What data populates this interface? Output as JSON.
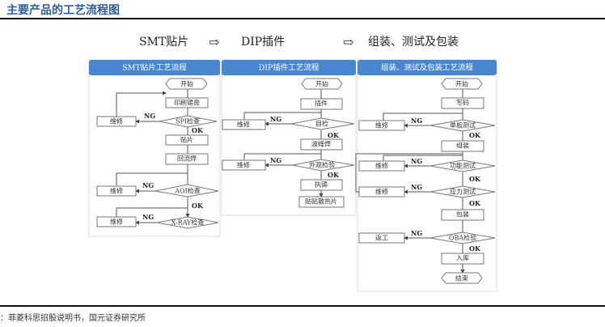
{
  "title": "主要产品的工艺流程图",
  "source": "：菲菱科思招股说明书，国元证券研究所",
  "overview": {
    "step1": "SMT贴片",
    "step2": "DIP插件",
    "step3": "组装、测试及包装"
  },
  "smt": {
    "header": "SMT贴片工艺流程",
    "start": "开始",
    "print": "印刷锡膏",
    "spi": "SPI检查",
    "repair1": "维修",
    "place": "贴片",
    "reflow": "回流焊",
    "aoi": "AOI检查",
    "repair2": "维修",
    "xray": "X-RAY检查",
    "repair3": "维修"
  },
  "dip": {
    "header": "DIP插件工艺流程",
    "start": "开始",
    "insert": "插件",
    "visual": "目检",
    "repair1": "维修",
    "wave": "波峰焊",
    "appearance": "外观检验",
    "repair2": "维修",
    "touchup": "执锡",
    "heatsink": "贴贴散热片"
  },
  "asm": {
    "header": "组装、测试及包装工艺流程",
    "start": "开始",
    "code": "写码",
    "board_test": "单板测试",
    "repair1": "维修",
    "assemble": "组装",
    "func_test": "功能测试",
    "repair2": "维修",
    "stress_test": "应力测试",
    "repair3": "维修",
    "pack": "包装",
    "oba": "OBA检验",
    "rework": "返工",
    "store": "入库",
    "end": "结束"
  },
  "labels": {
    "ng": "NG",
    "ok": "OK"
  }
}
